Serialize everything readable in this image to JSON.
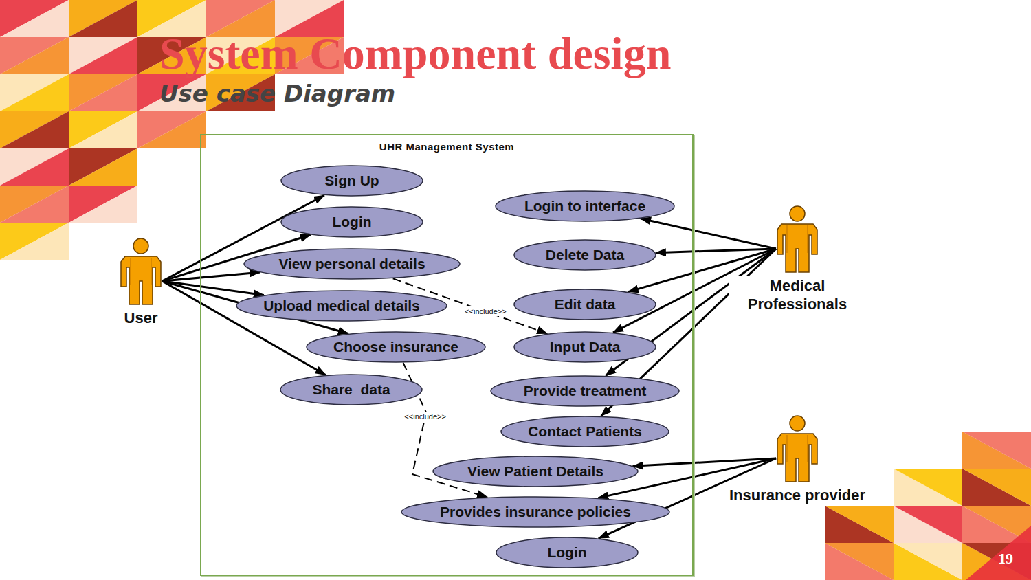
{
  "diagram": {
    "title": "System Component design",
    "nodes": [
      {
        "text": [
          "User"
        ]
      },
      {
        "text": [
          "UHR Management System"
        ]
      },
      {
        "text": [
          "Sign Up"
        ],
        "in": 1
      },
      {
        "text": [
          "Login"
        ],
        "in": 1
      },
      {
        "text": [
          "View personal details"
        ],
        "in": 1
      },
      {
        "text": [
          "Upload medical details"
        ],
        "in": 1
      },
      {
        "text": [
          "Choose insurance"
        ],
        "in": 1
      },
      {
        "text": [
          "Share  data"
        ],
        "in": 1
      },
      {
        "text": [
          "Login to interface"
        ],
        "in": 1
      },
      {
        "text": [
          "Delete Data"
        ],
        "in": 1
      },
      {
        "text": [
          "Edit data"
        ],
        "in": 1
      },
      {
        "text": [
          "Input Data"
        ],
        "in": 1
      },
      {
        "text": [
          "Provide treatment"
        ],
        "in": 1
      },
      {
        "text": [
          "Contact Patients"
        ],
        "in": 1
      },
      {
        "text": [
          "View Patient Details"
        ],
        "in": 1
      },
      {
        "text": [
          "Provides insurance policies"
        ],
        "in": 1
      },
      {
        "text": [
          "Login"
        ],
        "in": 1
      },
      {
        "text": [
          "Medical Professionals"
        ]
      },
      {
        "text": [
          "Insurance provider"
        ]
      }
    ],
    "edges": [
      {
        "from": 0,
        "to": 2,
        "arrow": "to"
      },
      {
        "from": 0,
        "to": 3,
        "arrow": "to"
      },
      {
        "from": 0,
        "to": 4,
        "arrow": "to"
      },
      {
        "from": 0,
        "to": 5,
        "arrow": "to"
      },
      {
        "from": 0,
        "to": 6,
        "arrow": "to"
      },
      {
        "from": 0,
        "to": 7,
        "arrow": "to"
      },
      {
        "from": 17,
        "to": 8,
        "arrow": "to"
      },
      {
        "from": 17,
        "to": 9,
        "arrow": "to"
      },
      {
        "from": 17,
        "to": 10,
        "arrow": "to"
      },
      {
        "from": 17,
        "to": 11,
        "arrow": "to"
      },
      {
        "from": 17,
        "to": 12,
        "arrow": "to"
      },
      {
        "from": 17,
        "to": 13,
        "arrow": "to"
      },
      {
        "from": 18,
        "to": 14,
        "arrow": "to"
      },
      {
        "from": 18,
        "to": 15,
        "arrow": "to"
      },
      {
        "from": 18,
        "to": 16,
        "arrow": "to"
      },
      {
        "from": 4,
        "to": 11,
        "label": "<<include>>",
        "arrow": "to"
      },
      {
        "from": 6,
        "to": 15,
        "label": "<<include>>",
        "arrow": "to"
      }
    ],
    "labels": [
      "Use case Diagram",
      "19"
    ]
  }
}
